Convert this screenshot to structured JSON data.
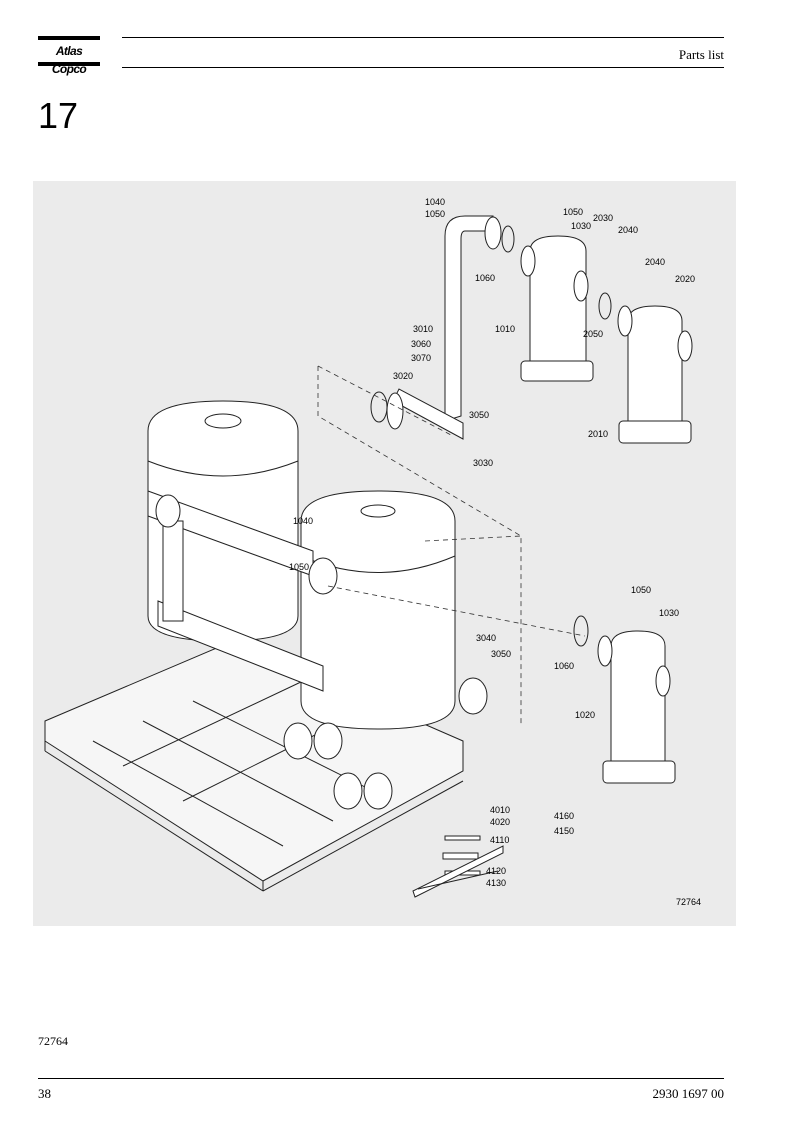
{
  "header": {
    "brand": "Atlas Copco",
    "section": "Parts list"
  },
  "section_number": "17",
  "figure": {
    "id_label": "72764",
    "callouts": [
      {
        "id": "c1040a",
        "text": "1040"
      },
      {
        "id": "c1050a",
        "text": "1050"
      },
      {
        "id": "c1060a",
        "text": "1060"
      },
      {
        "id": "c1050b",
        "text": "1050"
      },
      {
        "id": "c1030a",
        "text": "1030"
      },
      {
        "id": "c2030",
        "text": "2030"
      },
      {
        "id": "c2040a",
        "text": "2040"
      },
      {
        "id": "c2040b",
        "text": "2040"
      },
      {
        "id": "c2020",
        "text": "2020"
      },
      {
        "id": "c3010",
        "text": "3010"
      },
      {
        "id": "c1010",
        "text": "1010"
      },
      {
        "id": "c2050",
        "text": "2050"
      },
      {
        "id": "c3060",
        "text": "3060"
      },
      {
        "id": "c3070",
        "text": "3070"
      },
      {
        "id": "c3020",
        "text": "3020"
      },
      {
        "id": "c3050a",
        "text": "3050"
      },
      {
        "id": "c2010",
        "text": "2010"
      },
      {
        "id": "c3030",
        "text": "3030"
      },
      {
        "id": "c1040b",
        "text": "1040"
      },
      {
        "id": "c1050c",
        "text": "1050"
      },
      {
        "id": "c1050d",
        "text": "1050"
      },
      {
        "id": "c1030b",
        "text": "1030"
      },
      {
        "id": "c3040",
        "text": "3040"
      },
      {
        "id": "c3050b",
        "text": "3050"
      },
      {
        "id": "c1060b",
        "text": "1060"
      },
      {
        "id": "c1020",
        "text": "1020"
      },
      {
        "id": "c4010",
        "text": "4010"
      },
      {
        "id": "c4020",
        "text": "4020"
      },
      {
        "id": "c4110",
        "text": "4110"
      },
      {
        "id": "c4160",
        "text": "4160"
      },
      {
        "id": "c4150",
        "text": "4150"
      },
      {
        "id": "c4120",
        "text": "4120"
      },
      {
        "id": "c4130",
        "text": "4130"
      }
    ]
  },
  "drawing_id": "72764",
  "footer": {
    "page": "38",
    "doc_number": "2930 1697 00"
  }
}
